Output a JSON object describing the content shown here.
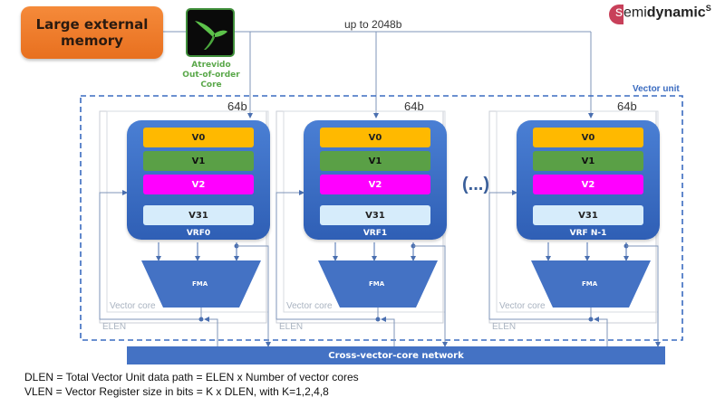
{
  "memory": {
    "label_line1": "Large external",
    "label_line2": "memory"
  },
  "cpu": {
    "label_line1": "Atrevido",
    "label_line2": "Out-of-order",
    "label_line3": "Core"
  },
  "bus": {
    "label": "up to 2048b"
  },
  "brand": {
    "s": "s",
    "prefix": "emi",
    "bold": "dynamic",
    "sup": "S"
  },
  "vector_unit": {
    "label": "Vector unit"
  },
  "lanes": [
    {
      "width_label": "64b",
      "vrf_name": "VRF0",
      "registers": [
        "V0",
        "V1",
        "V2",
        "V31"
      ],
      "fma_label": "FMA",
      "core_label": "Vector core",
      "elen_label": "ELEN"
    },
    {
      "width_label": "64b",
      "vrf_name": "VRF1",
      "registers": [
        "V0",
        "V1",
        "V2",
        "V31"
      ],
      "fma_label": "FMA",
      "core_label": "Vector core",
      "elen_label": "ELEN"
    },
    {
      "width_label": "64b",
      "vrf_name": "VRF N-1",
      "registers": [
        "V0",
        "V1",
        "V2",
        "V31"
      ],
      "fma_label": "FMA",
      "core_label": "Vector core",
      "elen_label": "ELEN"
    }
  ],
  "ellipsis": "(...)",
  "network": {
    "label": "Cross-vector-core network"
  },
  "formulas": [
    "DLEN = Total Vector Unit data path = ELEN x Number of vector cores",
    "VLEN = Vector Register size in bits  = K x DLEN, with K=1,2,4,8"
  ],
  "colors": {
    "memory": "#e8701f",
    "vrf": "#4472c4",
    "v0": "#ffb900",
    "v1": "#5aa046",
    "v2": "#ff00ff",
    "v31": "#d6ecfb",
    "cpu_accent": "#5aa84a",
    "brand_accent": "#c8405a"
  }
}
